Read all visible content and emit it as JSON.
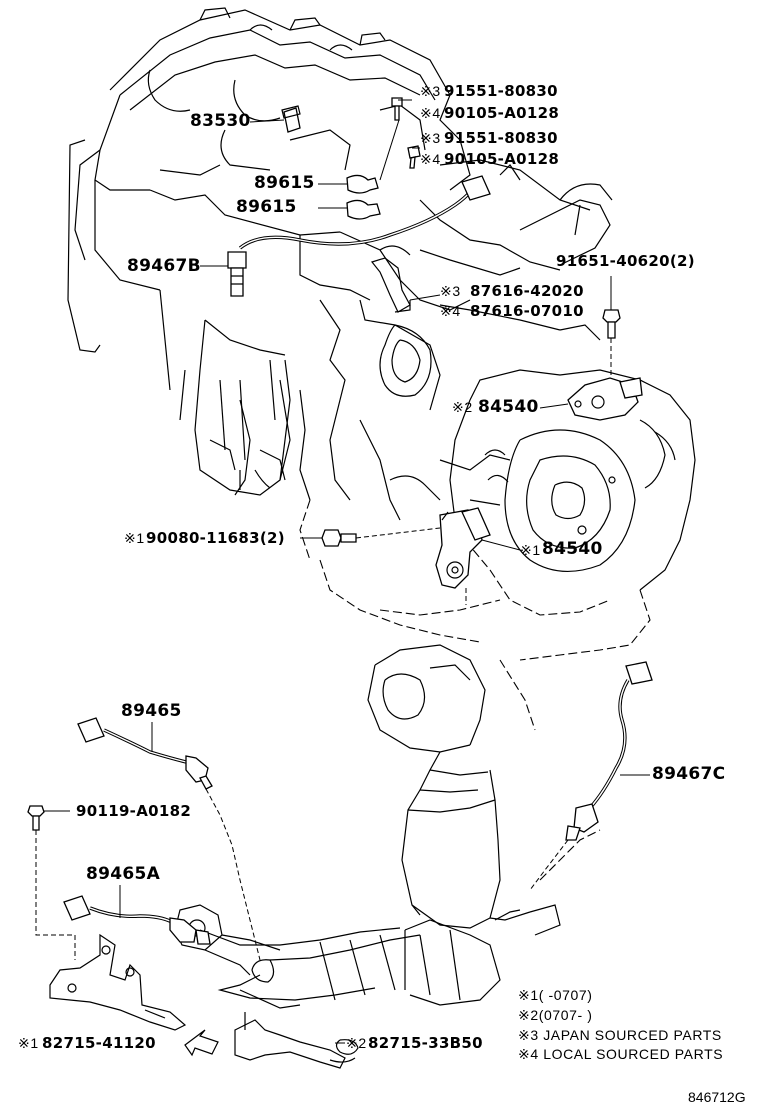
{
  "labels": {
    "p83530": "83530",
    "p89615a": "89615",
    "p89615b": "89615",
    "p89467B": "89467B",
    "p91551a": "91551-80830",
    "p90105a": "90105-A0128",
    "p91551b": "91551-80830",
    "p90105b": "90105-A0128",
    "p91651": "91651-40620(2)",
    "p87616a": "87616-42020",
    "p87616b": "87616-07010",
    "p84540a": "84540",
    "p90080": "90080-11683(2)",
    "p84540b": "84540",
    "p89465": "89465",
    "p90119": "90119-A0182",
    "p89467C": "89467C",
    "p89465A": "89465A",
    "p82715a": "82715-41120",
    "p82715b": "82715-33B50"
  },
  "marks": {
    "m3a": "※3",
    "m4a": "※4",
    "m3b": "※3",
    "m4b": "※4",
    "m3c": "※3",
    "m4c": "※4",
    "m2a": "※2",
    "m1a": "※1",
    "m1b": "※1",
    "m1c": "※1",
    "m2b": "※2"
  },
  "notes": [
    "※1(      -0707)",
    "※2(0707-      )",
    "※3 JAPAN SOURCED PARTS",
    "※4 LOCAL SOURCED PARTS"
  ],
  "figure_ref": "846712G"
}
